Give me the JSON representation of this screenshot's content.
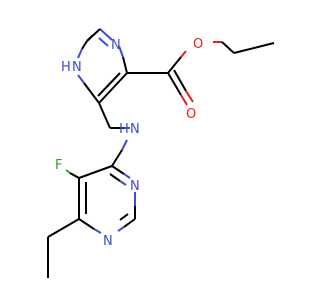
{
  "atoms": {
    "n_imidazole_top": "N",
    "n_imidazole_h": "N",
    "h_imidazole": "H",
    "o_carbonyl": "O",
    "o_ester": "O",
    "n_amine": "N",
    "h_amine": "H",
    "f": "F",
    "n_pyrimidine_right": "N",
    "n_pyrimidine_bottom": "N"
  },
  "colors": {
    "bond": "#000000",
    "nitrogen": "#3d4bd6",
    "oxygen": "#e81e1e",
    "fluorine": "#2ca02c"
  }
}
